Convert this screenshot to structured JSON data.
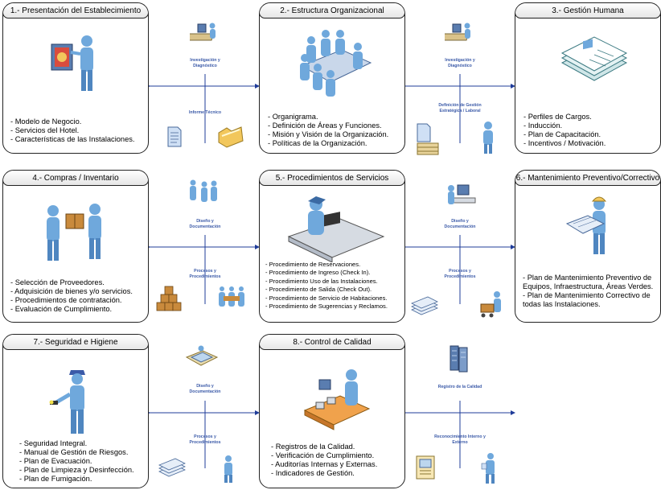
{
  "boxes": [
    {
      "title": "1.- Presentación del Establecimiento",
      "items": [
        "Modelo de Negocio.",
        "Servicios del Hotel.",
        "Características de las Instalaciones."
      ]
    },
    {
      "title": "2.- Estructura Organizacional",
      "items": [
        "Organigrama.",
        "Definición de Áreas y Funciones.",
        "Misión y Visión de la Organización.",
        "Políticas de la Organización."
      ]
    },
    {
      "title": "3.- Gestión Humana",
      "items": [
        "Perfiles de Cargos.",
        "Inducción.",
        "Plan de Capacitación.",
        "Incentivos / Motivación."
      ]
    },
    {
      "title": "4.- Compras / Inventario",
      "items": [
        "Selección de Proveedores.",
        "Adquisición de bienes y/o servicios.",
        "Procedimientos de contratación.",
        "Evaluación de Cumplimiento."
      ]
    },
    {
      "title": "5.- Procedimientos de Servicios",
      "items": [
        "Procedimiento de Reservaciones.",
        "Procedimiento de Ingreso (Check In).",
        "Procedimiento Uso de las Instalaciones.",
        "Procedimiento de Salida (Check Out).",
        "Procedimiento de Servicio de Habitaciones.",
        "Procedimiento de Sugerencias y Reclamos."
      ]
    },
    {
      "title": "6.- Mantenimiento Preventivo/Correctivo",
      "items": [
        "Plan de Mantenimiento Preventivo de Equipos, Infraestructura, Áreas Verdes.",
        "Plan de Mantenimiento Correctivo de todas las Instalaciones."
      ]
    },
    {
      "title": "7.- Seguridad e Higiene",
      "items": [
        "Seguridad Integral.",
        "Manual de Gestión de Riesgos.",
        "Plan de Evacuación.",
        "Plan de Limpieza y Desinfección.",
        "Plan de Fumigación."
      ]
    },
    {
      "title": "8.- Control de Calidad",
      "items": [
        "Registros de la Calidad.",
        "Verificación de Cumplimiento.",
        "Auditorías Internas y Externas.",
        "Indicadores de Gestión."
      ]
    }
  ],
  "connectors": {
    "r1_left_top": "Investigación y Diagnóstico",
    "r1_left_bottom": "Informe Técnico",
    "r1_right_top": "Investigación y Diagnóstico",
    "r1_right_bottom": "Definición de Gestión Estratégica / Laboral",
    "r2_left_top": "Diseño y Documentación",
    "r2_left_bottom": "Procesos y Procedimientos",
    "r2_right_top": "Diseño y Documentación",
    "r2_right_bottom": "Procesos y Procedimientos",
    "r3_left_top": "Diseño y Documentación",
    "r3_left_bottom": "Procesos y Procedimientos",
    "r3_right_top": "Registro de la Calidad",
    "r3_right_bottom": "Reconocimiento Interno y Externo"
  },
  "colors": {
    "figure": "#6fa8dc",
    "label": "#3b5aa8",
    "arrow": "#1f3c99"
  }
}
